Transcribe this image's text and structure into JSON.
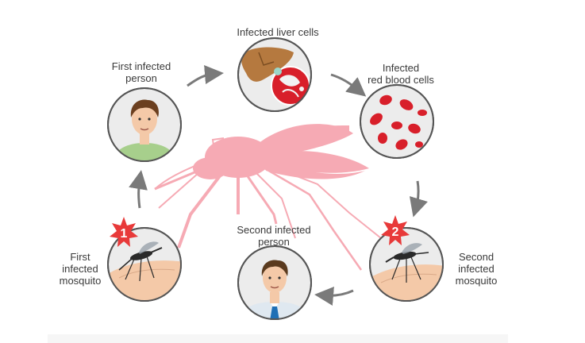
{
  "labels": {
    "liver": "Infected liver cells",
    "first_person": "First infected\nperson",
    "rbc": "Infected\nred blood cells",
    "second_person": "Second infected\nperson",
    "first_mosquito": "First\ninfected\nmosquito",
    "second_mosquito": "Second\ninfected\nmosquito"
  },
  "badges": {
    "first": "1",
    "second": "2"
  },
  "colors": {
    "circle_fill": "#ececec",
    "circle_stroke": "#555555",
    "arrow": "#7a7a7a",
    "mosquito_silhouette": "#f6aab4",
    "badge": "#e83a3a",
    "blood": "#d81f2a",
    "skin": "#f4c9a8"
  }
}
